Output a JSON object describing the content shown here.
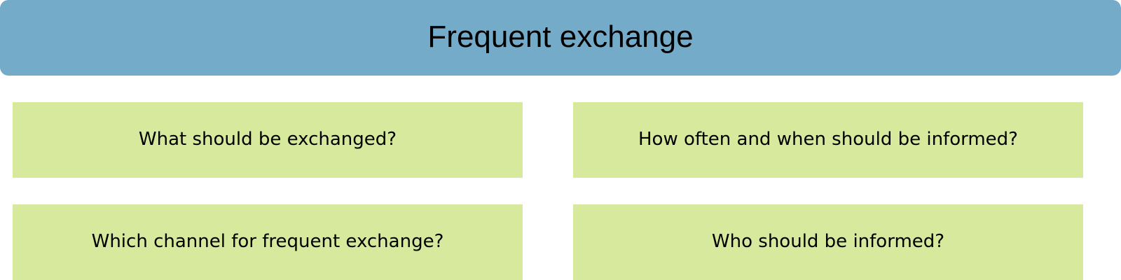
{
  "header": {
    "title": "Frequent exchange",
    "color": "#73abc9"
  },
  "cards": {
    "color": "#d7e99c",
    "items": [
      {
        "label": "What should be exchanged?"
      },
      {
        "label": "How often and when should be informed?"
      },
      {
        "label": "Which channel for frequent exchange?"
      },
      {
        "label": "Who should be informed?"
      }
    ]
  }
}
